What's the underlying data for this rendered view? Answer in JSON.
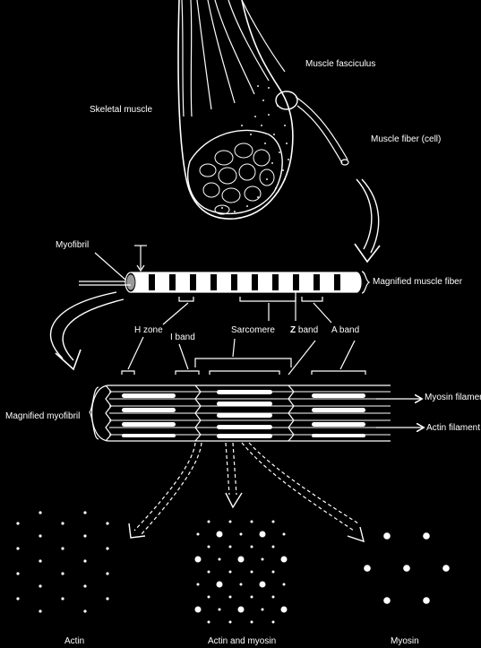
{
  "colors": {
    "background": "#000000",
    "foreground": "#ffffff"
  },
  "labels": {
    "muscle_fasciculus": "Muscle fasciculus",
    "skeletal_muscle": "Skeletal muscle",
    "muscle_fiber": "Muscle fiber (cell)",
    "myofibril": "Myofibril",
    "magnified_muscle_fiber": "Magnified muscle fiber",
    "h_zone": "H zone",
    "i_band": "I band",
    "sarcomere": "Sarcomere",
    "z_band": "Z band",
    "a_band": "A band",
    "magnified_myofibril": "Magnified myofibril",
    "myosin_filament": "Myosin filament",
    "actin_filament": "Actin filament",
    "actin": "Actin",
    "actin_and_myosin": "Actin and myosin",
    "myosin": "Myosin"
  }
}
